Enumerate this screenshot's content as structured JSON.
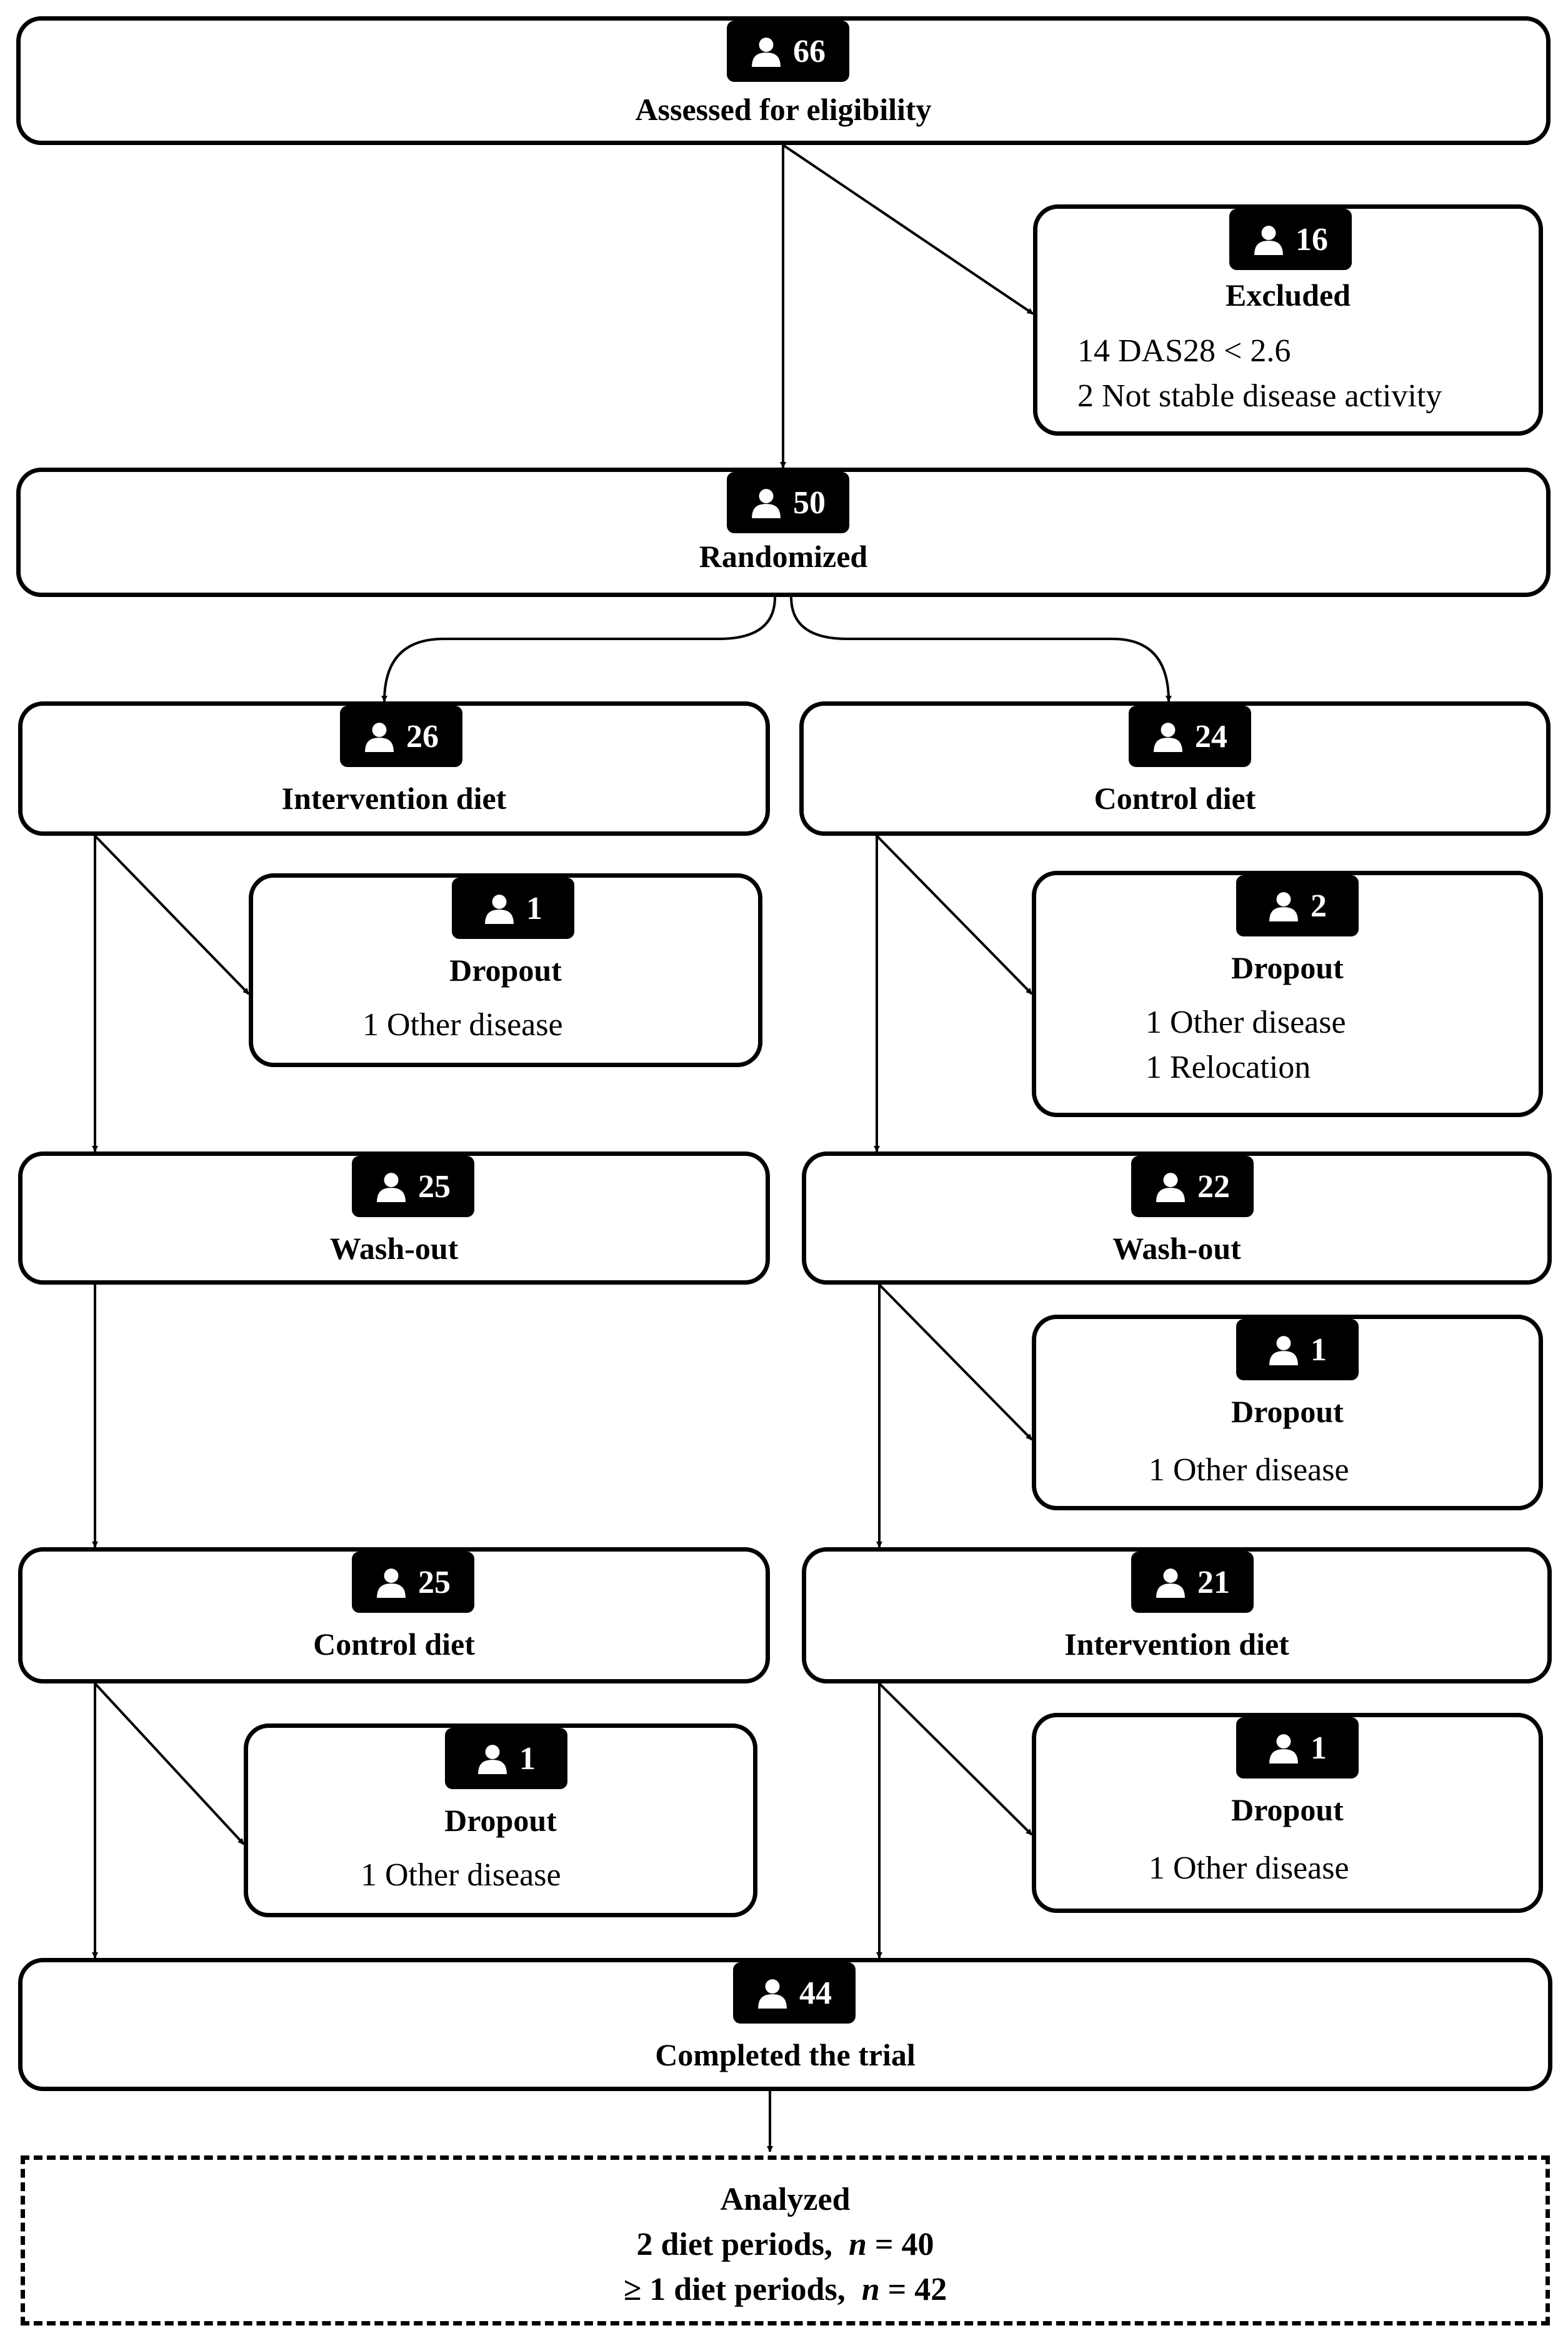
{
  "nodes": {
    "assessed": {
      "count": "66",
      "label": "Assessed for eligibility"
    },
    "excluded": {
      "count": "16",
      "label": "Excluded",
      "lines": [
        "14 DAS28 < 2.6",
        "2 Not stable disease activity"
      ]
    },
    "randomized": {
      "count": "50",
      "label": "Randomized"
    },
    "left_diet1": {
      "count": "26",
      "label": "Intervention diet"
    },
    "right_diet1": {
      "count": "24",
      "label": "Control diet"
    },
    "left_dropout1": {
      "count": "1",
      "label": "Dropout",
      "lines": [
        "1 Other disease"
      ]
    },
    "right_dropout1": {
      "count": "2",
      "label": "Dropout",
      "lines": [
        "1 Other disease",
        "1 Relocation"
      ]
    },
    "left_washout": {
      "count": "25",
      "label": "Wash-out"
    },
    "right_washout": {
      "count": "22",
      "label": "Wash-out"
    },
    "right_dropout2": {
      "count": "1",
      "label": "Dropout",
      "lines": [
        "1 Other disease"
      ]
    },
    "left_diet2": {
      "count": "25",
      "label": "Control diet"
    },
    "right_diet2": {
      "count": "21",
      "label": "Intervention diet"
    },
    "left_dropout3": {
      "count": "1",
      "label": "Dropout",
      "lines": [
        "1 Other disease"
      ]
    },
    "right_dropout3": {
      "count": "1",
      "label": "Dropout",
      "lines": [
        "1 Other disease"
      ]
    },
    "completed": {
      "count": "44",
      "label": "Completed the trial"
    },
    "analyzed": {
      "label": "Analyzed",
      "rows": [
        {
          "prefix": "2 diet periods,",
          "var": "n",
          "value": "= 40"
        },
        {
          "prefix": "≥ 1 diet periods,",
          "var": "n",
          "value": "= 42"
        }
      ]
    }
  },
  "icons": {
    "badge_icon": "person-icon"
  },
  "colors": {
    "line": "#000000",
    "badge_bg": "#000000",
    "badge_text": "#ffffff",
    "background": "#ffffff"
  }
}
